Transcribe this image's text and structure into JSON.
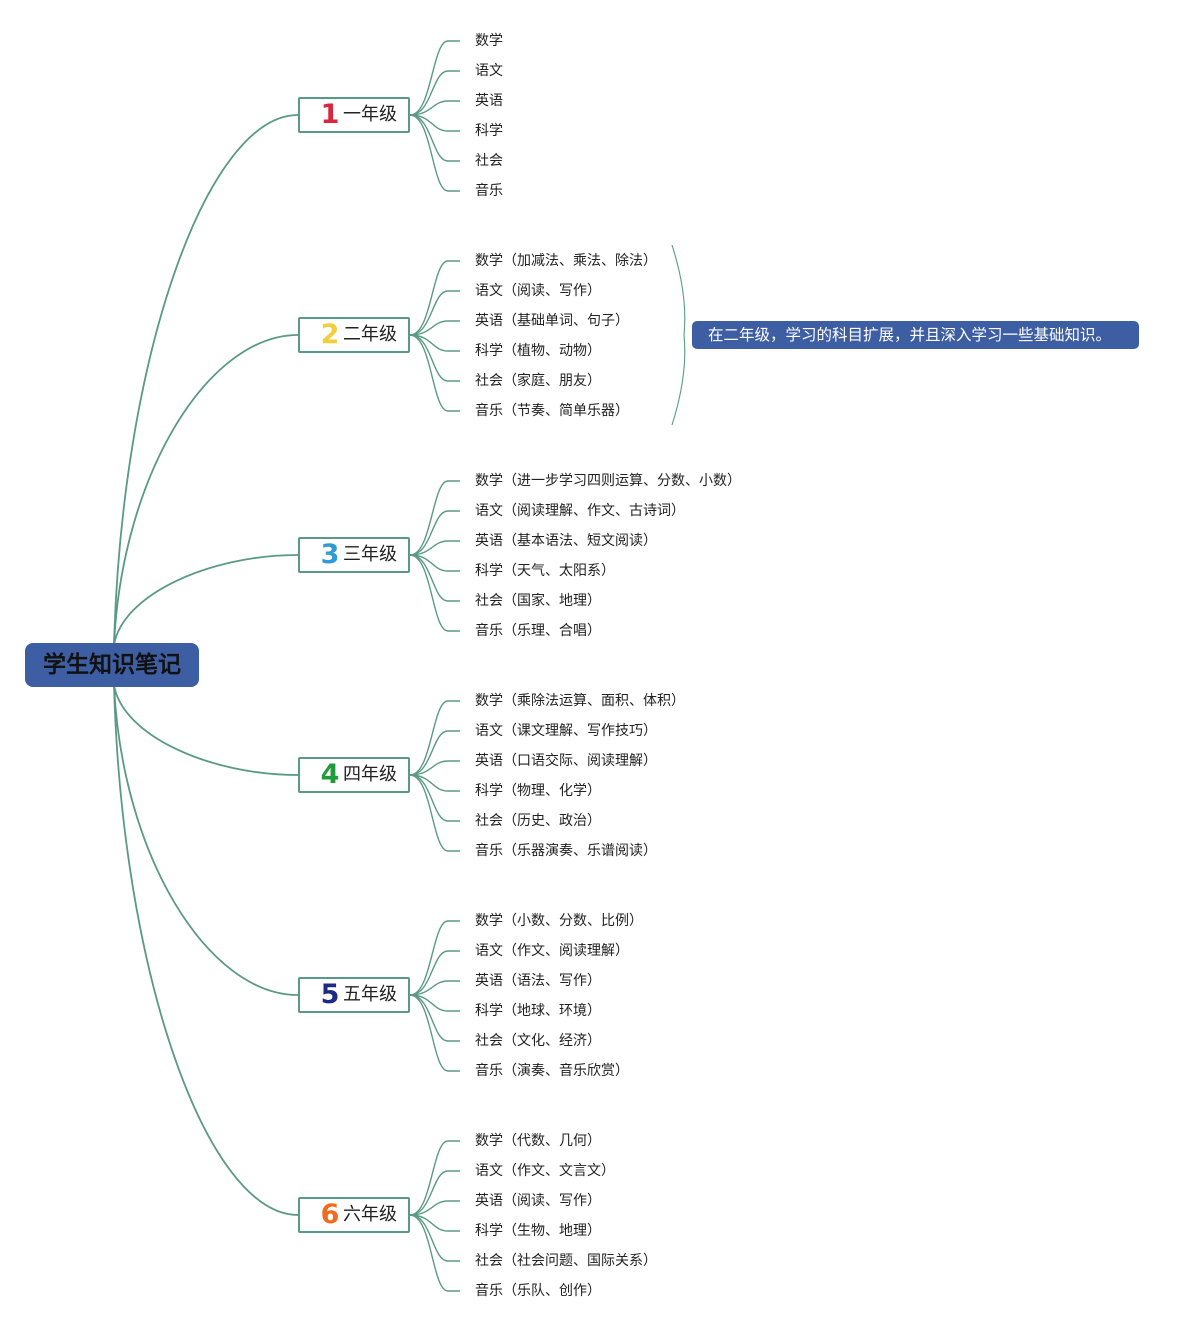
{
  "root": {
    "title": "学生知识笔记"
  },
  "colors": {
    "root_fill": "#3e5ea3",
    "connector": "#5a9a84",
    "note_fill": "#3e5ea3"
  },
  "grades": [
    {
      "number": "1",
      "number_color": "#d7263d",
      "label": "一年级",
      "subjects": [
        "数学",
        "语文",
        "英语",
        "科学",
        "社会",
        "音乐"
      ]
    },
    {
      "number": "2",
      "number_color": "#f2cf3a",
      "label": "二年级",
      "subjects": [
        "数学（加减法、乘法、除法）",
        "语文（阅读、写作）",
        "英语（基础单词、句子）",
        "科学（植物、动物）",
        "社会（家庭、朋友）",
        "音乐（节奏、简单乐器）"
      ]
    },
    {
      "number": "3",
      "number_color": "#2f9ad6",
      "label": "三年级",
      "subjects": [
        "数学（进一步学习四则运算、分数、小数）",
        "语文（阅读理解、作文、古诗词）",
        "英语（基本语法、短文阅读）",
        "科学（天气、太阳系）",
        "社会（国家、地理）",
        "音乐（乐理、合唱）"
      ]
    },
    {
      "number": "4",
      "number_color": "#1f9b3a",
      "label": "四年级",
      "subjects": [
        "数学（乘除法运算、面积、体积）",
        "语文（课文理解、写作技巧）",
        "英语（口语交际、阅读理解）",
        "科学（物理、化学）",
        "社会（历史、政治）",
        "音乐（乐器演奏、乐谱阅读）"
      ]
    },
    {
      "number": "5",
      "number_color": "#1c2b86",
      "label": "五年级",
      "subjects": [
        "数学（小数、分数、比例）",
        "语文（作文、阅读理解）",
        "英语（语法、写作）",
        "科学（地球、环境）",
        "社会（文化、经济）",
        "音乐（演奏、音乐欣赏）"
      ]
    },
    {
      "number": "6",
      "number_color": "#f26a1b",
      "label": "六年级",
      "subjects": [
        "数学（代数、几何）",
        "语文（作文、文言文）",
        "英语（阅读、写作）",
        "科学（生物、地理）",
        "社会（社会问题、国际关系）",
        "音乐（乐队、创作）"
      ]
    }
  ],
  "summary_note": {
    "grade": "二年级",
    "text": "在二年级，学习的科目扩展，并且深入学习一些基础知识。"
  }
}
